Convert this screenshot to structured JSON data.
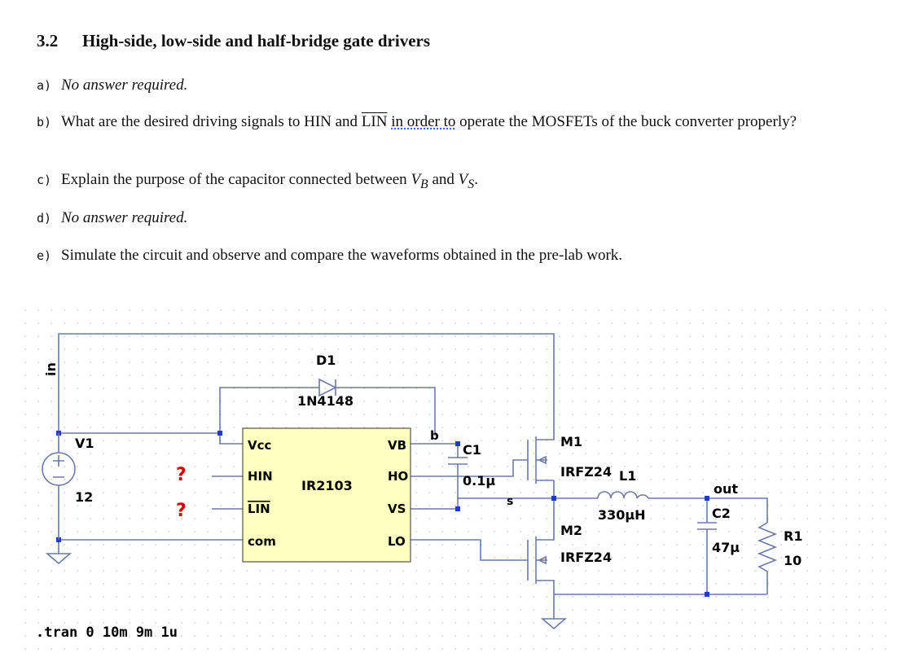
{
  "section": {
    "number": "3.2",
    "title": "High-side, low-side and half-bridge gate drivers"
  },
  "questions": [
    {
      "label": "a)",
      "text": "No answer required."
    },
    {
      "label": "b)",
      "text_pre": "What are the desired driving signals to HIN and ",
      "text_lin": "LIN",
      "text_mid": " ",
      "text_dotted": "in order to",
      "text_post": " operate the MOSFETs of the buck converter properly?"
    },
    {
      "label": "c)",
      "text_pre": "Explain the purpose of the capacitor connected between ",
      "vb": "V",
      "vb_sub": "B",
      "text_and": " and ",
      "vs": "V",
      "vs_sub": "S",
      "text_post": "."
    },
    {
      "label": "d)",
      "text": "No answer required."
    },
    {
      "label": "e)",
      "text": "Simulate the circuit and observe and compare the waveforms obtained in the pre-lab work."
    }
  ],
  "schematic": {
    "net_in": "in",
    "d1_name": "D1",
    "d1_model": "1N4148",
    "ic_name": "IR2103",
    "ic_pins_left": [
      "Vcc",
      "HIN",
      "LIN",
      "com"
    ],
    "ic_pins_right": [
      "VB",
      "HO",
      "VS",
      "LO"
    ],
    "v1_name": "V1",
    "v1_value": "12",
    "unknown_hin": "?",
    "unknown_lin": "?",
    "net_b": "b",
    "net_s": "s",
    "c1_name": "C1",
    "c1_value": "0.1µ",
    "m1_name": "M1",
    "m1_model": "IRFZ24",
    "m2_name": "M2",
    "m2_model": "IRFZ24",
    "l1_name": "L1",
    "l1_value": "330µH",
    "net_out": "out",
    "c2_name": "C2",
    "c2_value": "47µ",
    "r1_name": "R1",
    "r1_value": "10",
    "directive": ".tran 0 10m 9m 1u",
    "colors": {
      "wire": "#6b7aa8",
      "node": "#1f3cc8",
      "ic_fill": "#ffffc0",
      "unknown": "#d00000",
      "grid_dot": "#c8c8c8"
    }
  }
}
